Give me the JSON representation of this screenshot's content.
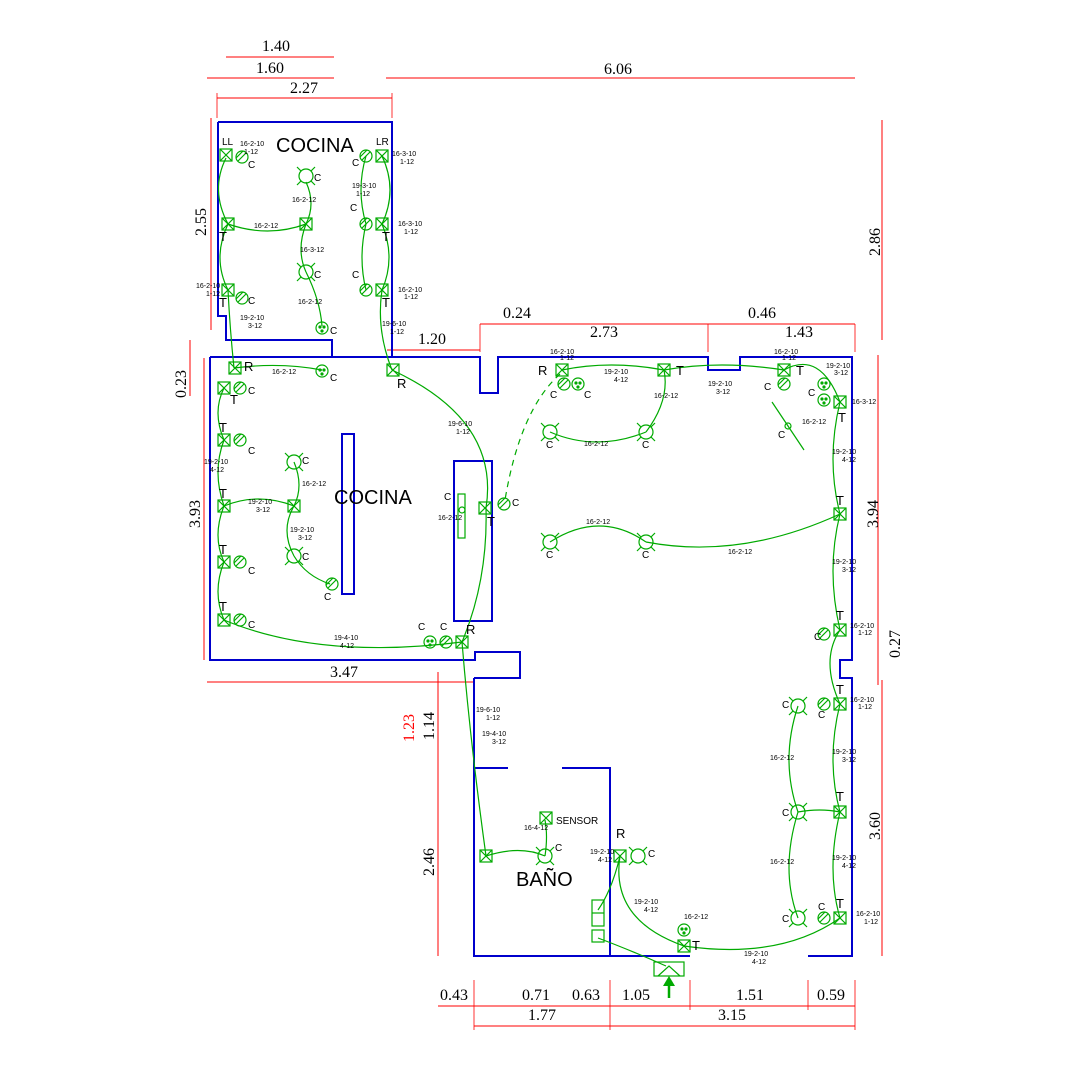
{
  "rooms": {
    "kitchen_top": "COCINA",
    "kitchen_mid": "COCINA",
    "bathroom": "BAÑO",
    "sensor": "SENSOR"
  },
  "dimensions": {
    "top_140": "1.40",
    "top_160": "1.60",
    "top_227": "2.27",
    "top_606": "6.06",
    "mid_024": "0.24",
    "mid_273": "2.73",
    "mid_046": "0.46",
    "mid_120": "1.20",
    "mid_143": "1.43",
    "left_255": "2.55",
    "left_023": "0.23",
    "left_393": "3.93",
    "left_347": "3.47",
    "left_114": "1.14",
    "left_123": "1.23",
    "left_246": "2.46",
    "right_286": "2.86",
    "right_394": "3.94",
    "right_027": "0.27",
    "right_360": "3.60",
    "bot_043": "0.43",
    "bot_071": "0.71",
    "bot_063": "0.63",
    "bot_105": "1.05",
    "bot_151": "1.51",
    "bot_059": "0.59",
    "bot_177": "1.77",
    "bot_315": "3.15"
  },
  "symbols": {
    "LL": "LL",
    "LR": "LR",
    "T": "T",
    "R": "R",
    "C1": "C",
    "C2": "C",
    "C3": "C",
    "C4": "C",
    "C5": "C",
    "C6": "C",
    "C7": "C"
  },
  "wires": {
    "w1": "16-2-10",
    "w1b": "1-12",
    "w2": "16-3-10",
    "w2b": "1-12",
    "w3": "16-2-12",
    "w4": "19-3-10",
    "w4b": "1-12",
    "w5": "16-3-12",
    "w6": "19-2-10",
    "w6b": "3-12",
    "w7": "19-6-10",
    "w7b": "1-12",
    "w8": "19-2-10",
    "w8b": "4-12",
    "w9": "19-4-10",
    "w9b": "4-12",
    "w10": "19-4-10",
    "w10b": "3-12",
    "w11": "16-4-12"
  },
  "colors": {
    "walls": "#0000cc",
    "wiring": "#00aa00",
    "dimensions": "#ff0000",
    "highlight_dimension": "#ff0000"
  }
}
